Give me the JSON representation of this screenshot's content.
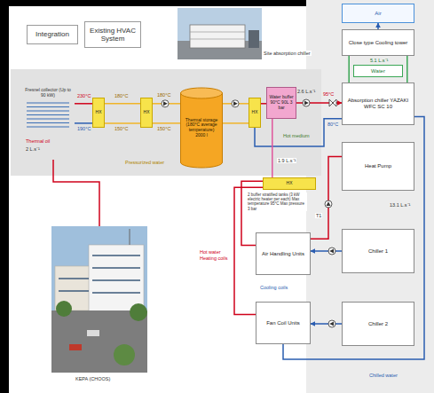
{
  "diagram": {
    "nodes": [
      {
        "text": [
          "Integration"
        ]
      },
      {
        "text": [
          "Existing HVAC System"
        ]
      },
      {
        "text": [
          "Air"
        ]
      },
      {
        "text": [
          "Close type Cooling tower"
        ]
      },
      {
        "text": [
          "Fresnel collector (Up to 90 kW)"
        ]
      },
      {
        "text": [
          "HX"
        ]
      },
      {
        "text": [
          "HX"
        ]
      },
      {
        "text": [
          "Thermal storage",
          "(180°C average temperature)",
          "2000 l"
        ]
      },
      {
        "text": [
          "HX"
        ]
      },
      {
        "text": [
          "Water buffer",
          "90°C 90L 3 bar"
        ]
      },
      {
        "text": [
          "Water"
        ]
      },
      {
        "text": [
          "Absorption chiller YAZAKI WFC SC 10"
        ]
      },
      {
        "text": [
          "HX"
        ]
      },
      {
        "text": [
          "Heat Pump"
        ]
      },
      {
        "text": [
          "Air Handling Units"
        ]
      },
      {
        "text": [
          "Chiller 1"
        ]
      },
      {
        "text": [
          "Fan Coil Units"
        ]
      },
      {
        "text": [
          "Chiller 2"
        ]
      }
    ],
    "edges": [
      {
        "from": 4,
        "to": 5,
        "arrow": "none"
      },
      {
        "from": 5,
        "to": 4,
        "arrow": "none"
      },
      {
        "from": 5,
        "to": 6,
        "arrow": "none"
      },
      {
        "from": 6,
        "to": 5,
        "arrow": "none"
      },
      {
        "from": 6,
        "to": 7,
        "arrow": "none"
      },
      {
        "from": 7,
        "to": 6,
        "arrow": "none"
      },
      {
        "from": 7,
        "to": 8,
        "arrow": "none"
      },
      {
        "from": 8,
        "to": 7,
        "arrow": "none"
      },
      {
        "from": 8,
        "to": 9,
        "arrow": "none"
      },
      {
        "from": 9,
        "to": 11,
        "arrow": "to"
      },
      {
        "from": 11,
        "to": 8,
        "arrow": "none"
      },
      {
        "from": 11,
        "to": 3,
        "arrow": "none"
      },
      {
        "from": 3,
        "to": 11,
        "arrow": "none"
      },
      {
        "from": 9,
        "to": 12,
        "arrow": "none"
      },
      {
        "from": 12,
        "to": 14,
        "arrow": "none"
      },
      {
        "from": 12,
        "to": 16,
        "arrow": "none"
      },
      {
        "from": 13,
        "to": 14,
        "arrow": "none"
      },
      {
        "from": 15,
        "to": 14,
        "arrow": "to"
      },
      {
        "from": 17,
        "to": 16,
        "arrow": "to"
      },
      {
        "from": 11,
        "to": 16,
        "arrow": "none"
      },
      {
        "from": 3,
        "to": 2,
        "arrow": "to"
      }
    ],
    "labels": [
      "230°C",
      "190°C",
      "180°C",
      "150°C",
      "180°C",
      "150°C",
      "Thermal oil",
      "2 L.s⁻¹",
      "Pressurized water",
      "2.6 L.s⁻¹",
      "95°C",
      "Hot medium",
      "80°C",
      "1.9 L.s⁻¹",
      "5.1 L.s⁻¹",
      "Site absorption chiller",
      "2 buffer stratified tanks (3 kW electric heater per each) Max temperature 95°C Max pressure 3 bar",
      "Hot water",
      "Heating coils",
      "Cooling coils",
      "T1",
      "13.1 L.s⁻¹",
      "Chilled water",
      "KEPA (CHOOS)"
    ]
  }
}
